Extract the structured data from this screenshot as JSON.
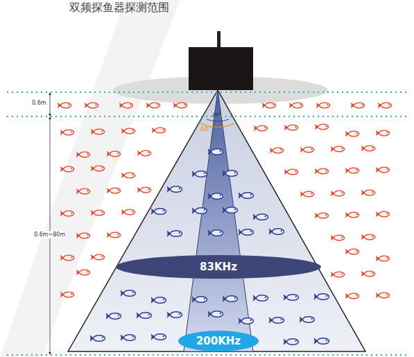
{
  "diagram": {
    "title": "双频探鱼器探测范围",
    "nodes": [
      {
        "text": [
          "83KHz"
        ]
      },
      {
        "text": [
          "200KHz"
        ]
      }
    ],
    "labels": [
      "0.6m",
      "0.6m~80m",
      "20°",
      "60°"
    ]
  }
}
